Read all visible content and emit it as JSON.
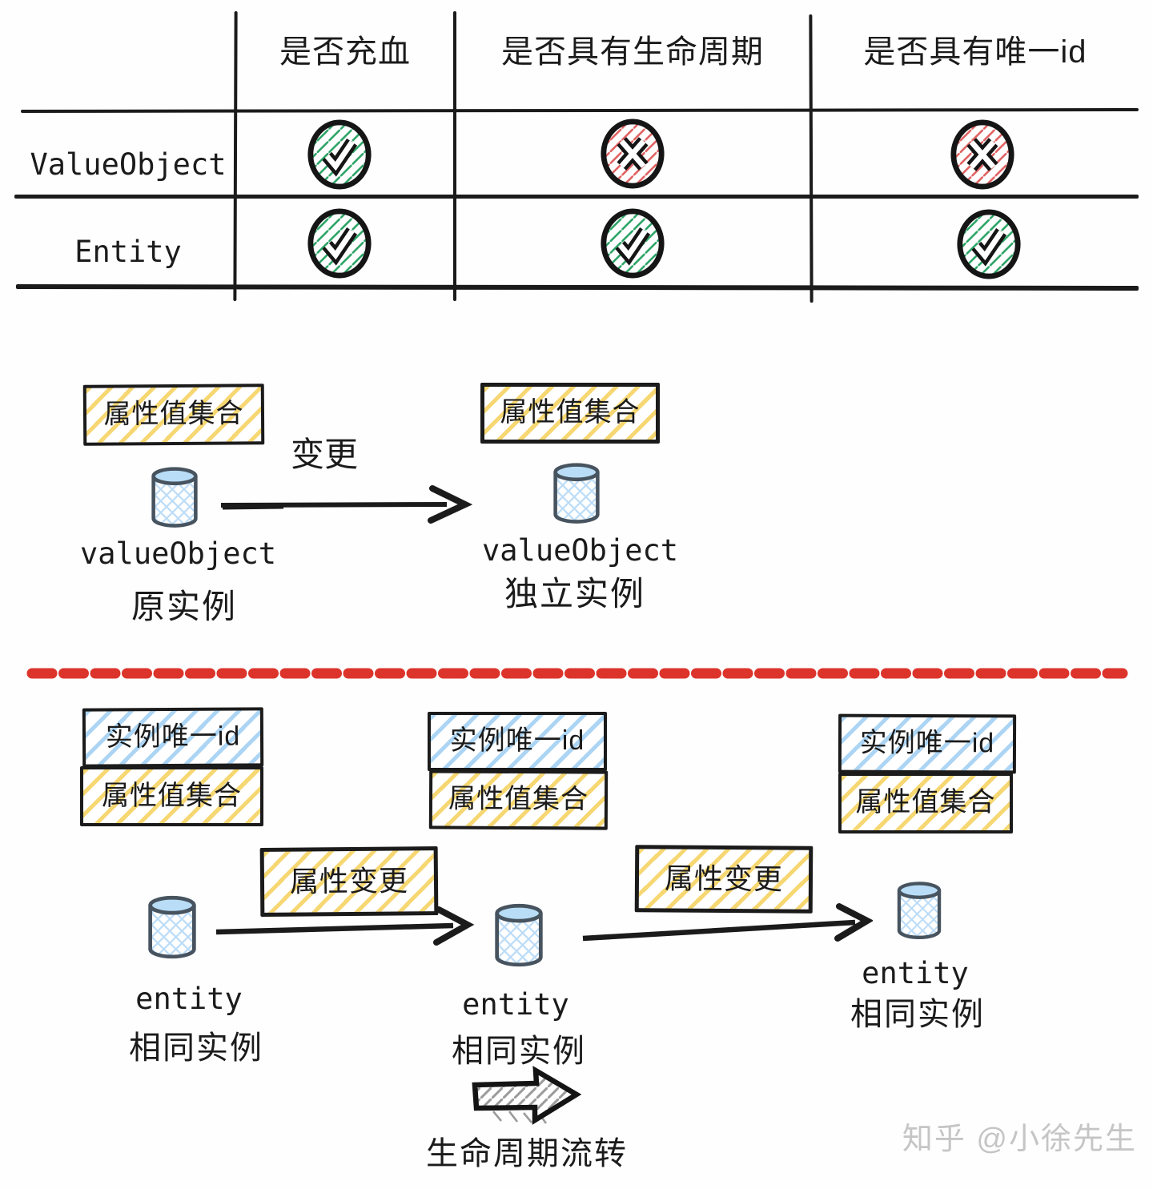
{
  "colors": {
    "ink": "#1b1b1b",
    "green_hatch": "#2aa365",
    "red_hatch": "#e06060",
    "red_divider": "#dc342b",
    "yellow_hatch": "#f4d05a",
    "blue_hatch": "#a3d0f3",
    "cylinder_outline": "#47545f",
    "cylinder_top": "#b9ddf6",
    "cylinder_mesh": "#bcdcf7",
    "watermark_gray": "#c5c5c5"
  },
  "icons": {
    "yes": "check-circle-icon",
    "no": "cross-circle-icon",
    "instance": "database-cylinder-icon",
    "lifecycle": "block-arrow-right-icon"
  },
  "table": {
    "columns": [
      "是否充血",
      "是否具有生命周期",
      "是否具有唯一id"
    ],
    "rows": [
      {
        "label": "ValueObject",
        "values": [
          "check",
          "cross",
          "cross"
        ]
      },
      {
        "label": "Entity",
        "values": [
          "check",
          "check",
          "check"
        ]
      }
    ]
  },
  "value_object_flow": {
    "left": {
      "attr_box": "属性值集合",
      "name": "valueObject",
      "caption": "原实例"
    },
    "arrow_label": "变更",
    "right": {
      "attr_box": "属性值集合",
      "name": "valueObject",
      "caption": "独立实例"
    }
  },
  "entity_flow": {
    "groups": [
      {
        "id_box": "实例唯一id",
        "attr_box": "属性值集合",
        "name": "entity",
        "caption": "相同实例"
      },
      {
        "id_box": "实例唯一id",
        "attr_box": "属性值集合",
        "name": "entity",
        "caption": "相同实例"
      },
      {
        "id_box": "实例唯一id",
        "attr_box": "属性值集合",
        "name": "entity",
        "caption": "相同实例"
      }
    ],
    "transitions": [
      {
        "label": "属性变更"
      },
      {
        "label": "属性变更"
      }
    ],
    "legend": {
      "label": "生命周期流转"
    }
  },
  "watermark": "知乎 @小徐先生"
}
